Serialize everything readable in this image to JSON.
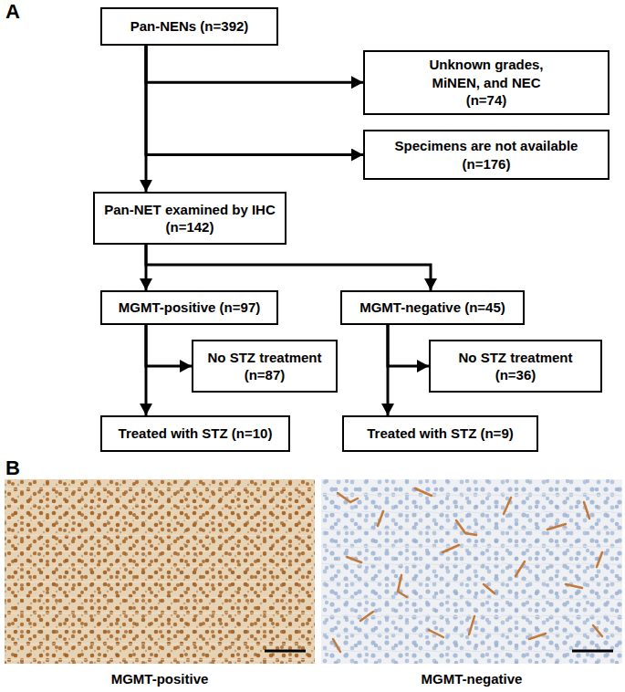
{
  "diagram": {
    "nodes": [
      {
        "text": [
          "Pan-NENs (n=392)"
        ]
      },
      {
        "text": [
          "Unknown grades, MiNEN, and NEC (n=74)"
        ]
      },
      {
        "text": [
          "Specimens are not available (n=176)"
        ]
      },
      {
        "text": [
          "Pan-NET examined by IHC (n=142)"
        ]
      },
      {
        "text": [
          "MGMT-positive (n=97)"
        ]
      },
      {
        "text": [
          "MGMT-negative (n=45)"
        ]
      },
      {
        "text": [
          "No STZ treatment (n=87)"
        ]
      },
      {
        "text": [
          "No STZ treatment (n=36)"
        ]
      },
      {
        "text": [
          "Treated with STZ (n=10)"
        ]
      },
      {
        "text": [
          "Treated with STZ (n=9)"
        ]
      }
    ],
    "edges": [
      {
        "from": 0,
        "to": 1,
        "arrow": "to"
      },
      {
        "from": 0,
        "to": 2,
        "arrow": "to"
      },
      {
        "from": 0,
        "to": 3,
        "arrow": "to"
      },
      {
        "from": 3,
        "to": 4,
        "arrow": "to"
      },
      {
        "from": 3,
        "to": 5,
        "arrow": "to"
      },
      {
        "from": 4,
        "to": 6,
        "arrow": "to"
      },
      {
        "from": 4,
        "to": 8,
        "arrow": "to"
      },
      {
        "from": 5,
        "to": 7,
        "arrow": "to"
      },
      {
        "from": 5,
        "to": 9,
        "arrow": "to"
      }
    ],
    "labels": [
      "A",
      "B",
      "MGMT-positive",
      "MGMT-negative"
    ]
  }
}
